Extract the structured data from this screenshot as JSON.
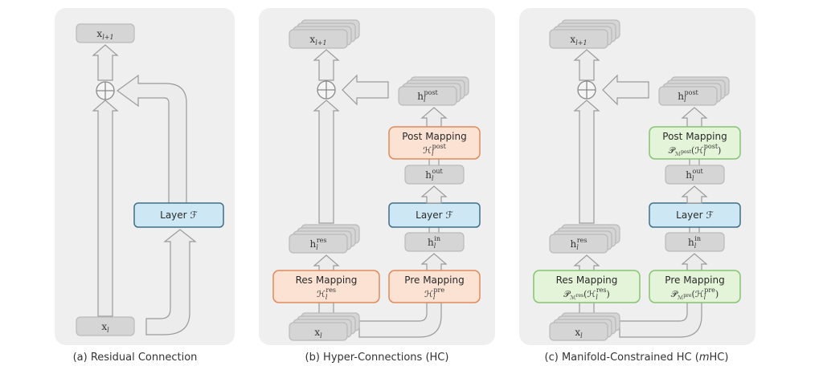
{
  "colors": {
    "panel_bg": "#efefef",
    "state_box": "#d5d5d5",
    "layer_box": "#cde8f4",
    "hc_mapping_box": "#fbe2d3",
    "mhc_mapping_box": "#e3f4d8"
  },
  "panels": [
    {
      "caption": "(a) Residual Connection",
      "output": {
        "base": "x",
        "sub": "l+1"
      },
      "input": {
        "base": "x",
        "sub": "l"
      },
      "layer": "Layer ℱ"
    },
    {
      "caption": "(b) Hyper-Connections (HC)",
      "output": {
        "base": "x",
        "sub": "l+1"
      },
      "input": {
        "base": "x",
        "sub": "l"
      },
      "layer": "Layer ℱ",
      "h_res": {
        "base": "h",
        "sub": "l",
        "sup": "res"
      },
      "h_in": {
        "base": "h",
        "sub": "l",
        "sup": "in"
      },
      "h_out": {
        "base": "h",
        "sub": "l",
        "sup": "out"
      },
      "h_post": {
        "base": "h",
        "sub": "l",
        "sup": "post"
      },
      "res_mapping": {
        "title": "Res Mapping",
        "formula": {
          "inner": "ℋ",
          "sub": "l",
          "sup": "res"
        }
      },
      "pre_mapping": {
        "title": "Pre Mapping",
        "formula": {
          "inner": "ℋ",
          "sub": "l",
          "sup": "pre"
        }
      },
      "post_mapping": {
        "title": "Post Mapping",
        "formula": {
          "inner": "ℋ",
          "sub": "l",
          "sup": "post"
        }
      }
    },
    {
      "caption_prefix": "(c) Manifold-Constrained HC (",
      "caption_italic": "m",
      "caption_suffix": "HC)",
      "output": {
        "base": "x",
        "sub": "l+1"
      },
      "input": {
        "base": "x",
        "sub": "l"
      },
      "layer": "Layer ℱ",
      "h_res": {
        "base": "h",
        "sub": "l",
        "sup": "res"
      },
      "h_in": {
        "base": "h",
        "sub": "l",
        "sup": "in"
      },
      "h_out": {
        "base": "h",
        "sub": "l",
        "sup": "out"
      },
      "h_post": {
        "base": "h",
        "sub": "l",
        "sup": "post"
      },
      "res_mapping": {
        "title": "Res Mapping",
        "formula": {
          "outer": "𝒫",
          "outer_sub": "ℳ",
          "outer_sub_sup": "res",
          "open": "(",
          "inner": "ℋ",
          "sub": "l",
          "sup": "res",
          "close": ")"
        }
      },
      "pre_mapping": {
        "title": "Pre Mapping",
        "formula": {
          "outer": "𝒫",
          "outer_sub": "ℳ",
          "outer_sub_sup": "pre",
          "open": "(",
          "inner": "ℋ",
          "sub": "l",
          "sup": "pre",
          "close": ")"
        }
      },
      "post_mapping": {
        "title": "Post Mapping",
        "formula": {
          "outer": "𝒫",
          "outer_sub": "ℳ",
          "outer_sub_sup": "post",
          "open": "(",
          "inner": "ℋ",
          "sub": "l",
          "sup": "post",
          "close": ")"
        }
      }
    }
  ]
}
